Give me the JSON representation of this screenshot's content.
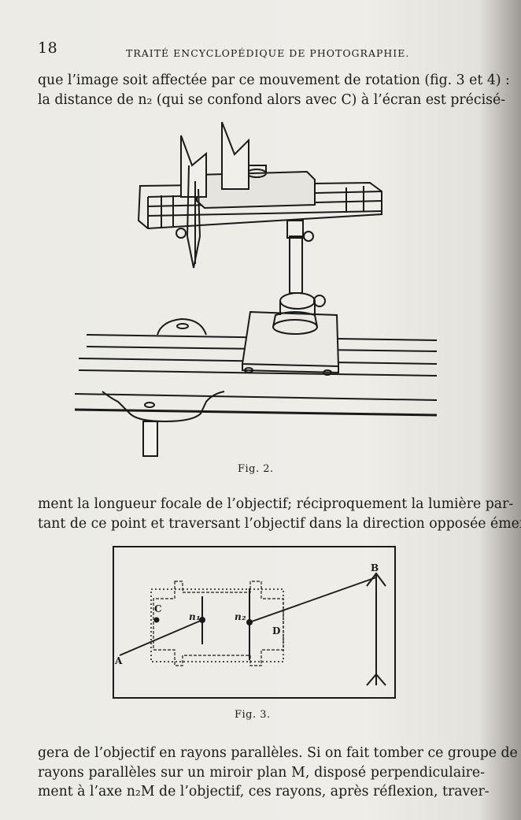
{
  "header": {
    "page_number": "18",
    "running_title": "TRAITÉ ENCYCLOPÉDIQUE DE PHOTOGRAPHIE."
  },
  "paragraph_top": {
    "line1": "que l’image soit affectée par ce mouvement de rotation (fig. 3 et 4) :",
    "line2": "la distance de n₂ (qui se confond alors avec C) à l’écran est précisé-"
  },
  "figure2": {
    "caption": "Fig. 2."
  },
  "paragraph_middle": {
    "line1": "ment la longueur focale de l’objectif; réciproquement la lumière par-",
    "line2": "tant de ce point et traversant l’objectif dans la direction opposée émer-"
  },
  "figure3": {
    "caption": "Fig. 3.",
    "labels": {
      "A": "A",
      "B": "B",
      "C": "C",
      "D": "D",
      "n1": "n₁",
      "n2": "n₂"
    }
  },
  "paragraph_bottom": {
    "line1": "gera de l’objectif en rayons parallèles. Si on fait tomber ce groupe de",
    "line2": "rayons parallèles sur un miroir plan M, disposé perpendiculaire-",
    "line3": "ment à l’axe n₂M de l’objectif, ces rayons, après réflexion, traver-"
  }
}
